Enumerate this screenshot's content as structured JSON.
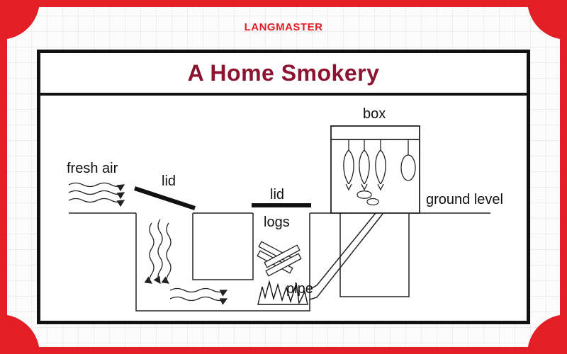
{
  "brand": "LANGMASTER",
  "title": "A Home Smokery",
  "labels": {
    "fresh_air": "fresh air",
    "lid_left": "lid",
    "lid_middle": "lid",
    "box": "box",
    "ground_level": "ground level",
    "logs": "logs",
    "pipe": "pipe"
  },
  "colors": {
    "border_red": "#e21f26",
    "title_maroon": "#8b1431"
  }
}
